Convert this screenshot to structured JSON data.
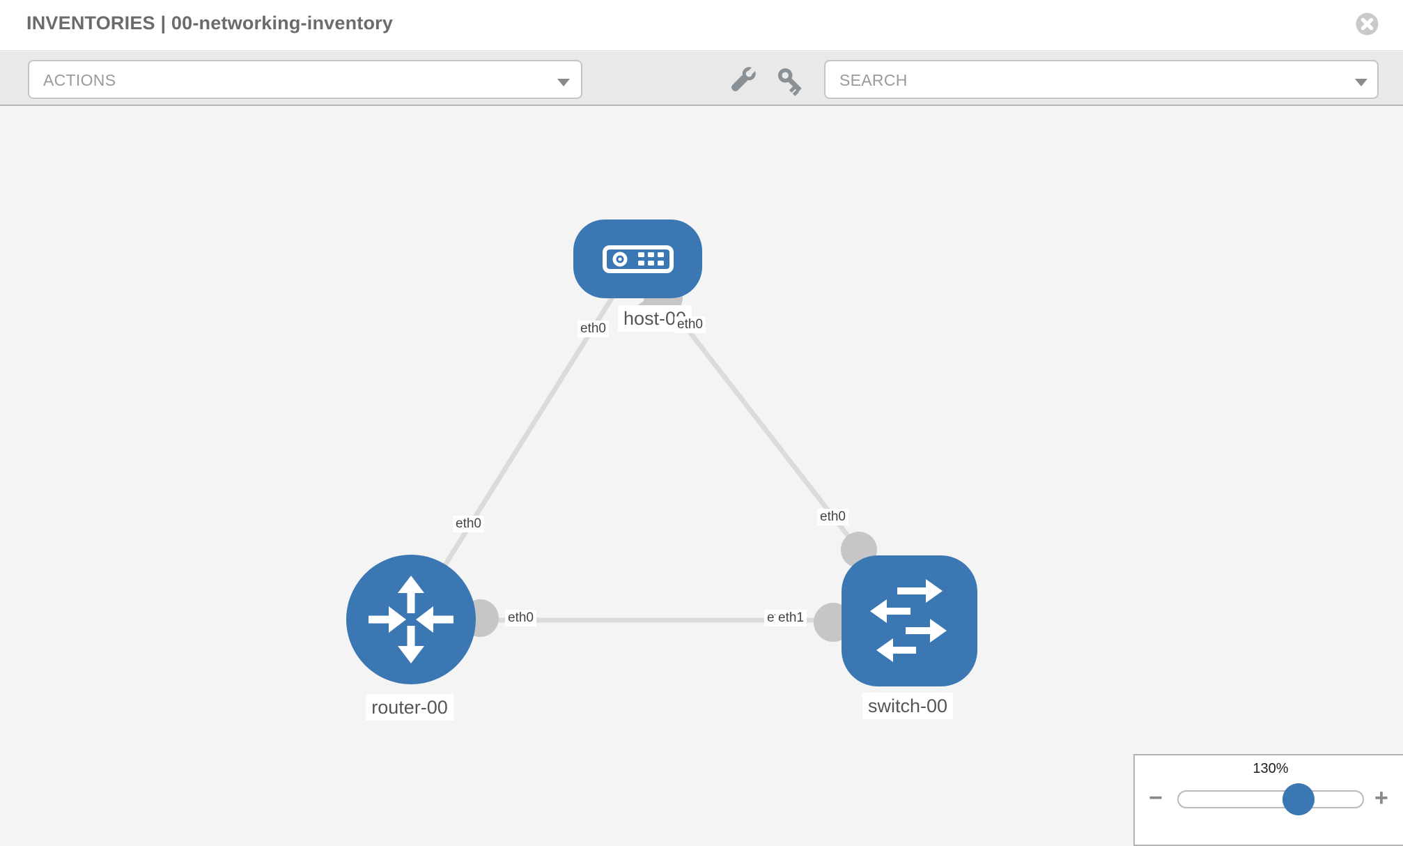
{
  "header": {
    "title_section": "INVENTORIES",
    "title_separator": "|",
    "title_name": "00-networking-inventory"
  },
  "toolbar": {
    "actions_label": "ACTIONS",
    "search_placeholder": "SEARCH",
    "icons": [
      "wrench-icon",
      "key-icon"
    ]
  },
  "topology": {
    "nodes": [
      {
        "id": "host-00",
        "type": "host",
        "label": "host-00"
      },
      {
        "id": "router-00",
        "type": "router",
        "label": "router-00"
      },
      {
        "id": "switch-00",
        "type": "switch",
        "label": "switch-00"
      }
    ],
    "links": [
      {
        "from": "host-00",
        "to": "router-00",
        "from_interface": "eth0",
        "to_interface": "eth0"
      },
      {
        "from": "host-00",
        "to": "switch-00",
        "from_interface": "eth0",
        "to_interface": "eth0"
      },
      {
        "from": "router-00",
        "to": "switch-00",
        "from_interface": "eth0",
        "to_interface": "eth1",
        "to_interface_overlapped": "eth0"
      }
    ]
  },
  "zoom_control": {
    "percent": "130%",
    "minus_label": "−",
    "plus_label": "+"
  },
  "colors": {
    "node_blue": "#3b78b3",
    "link_gray": "#dbdbdb",
    "connector_gray": "#c6c6c6",
    "toolbar_bg": "#e9e9e9",
    "canvas_bg": "#f4f4f4"
  }
}
